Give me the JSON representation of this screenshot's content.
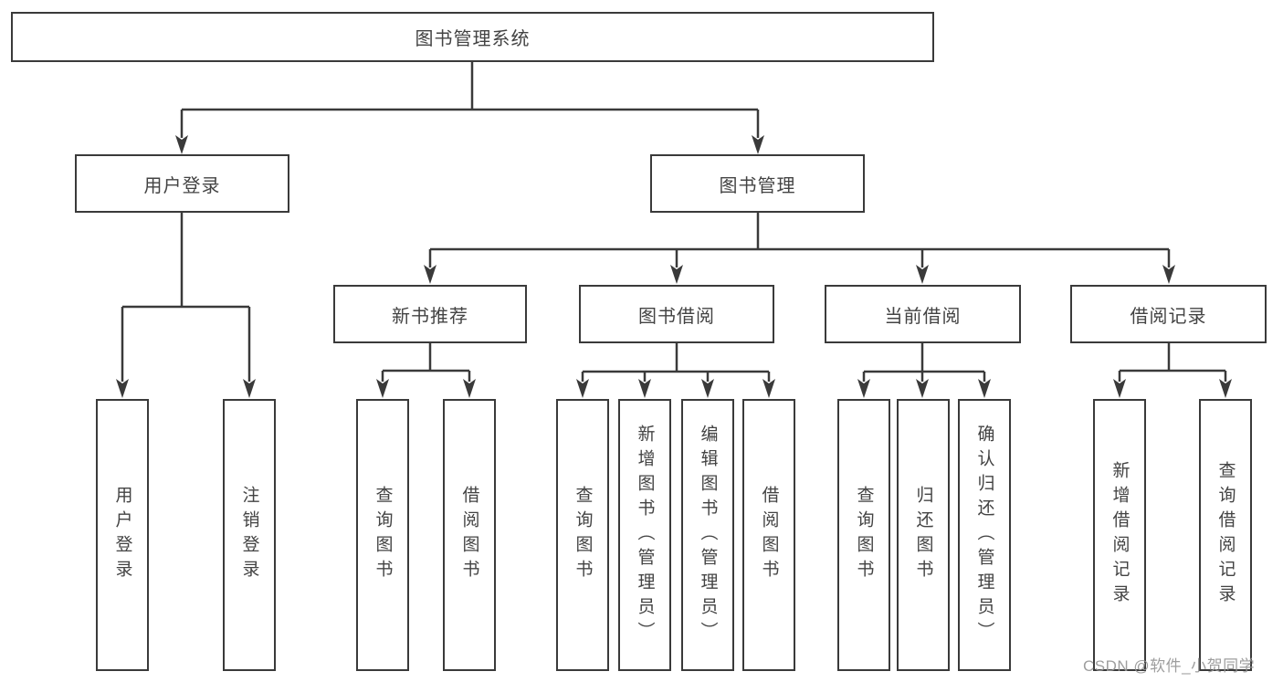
{
  "diagram": {
    "root": "图书管理系统",
    "branches": {
      "user_login": "用户登录",
      "book_management": "图书管理"
    },
    "modules": {
      "new_book_recommend": "新书推荐",
      "book_borrow": "图书借阅",
      "current_borrow": "当前借阅",
      "borrow_record": "借阅记录"
    },
    "functions": {
      "user_login": [
        "用户登录",
        "注销登录"
      ],
      "new_book_recommend": [
        "查询图书",
        "借阅图书"
      ],
      "book_borrow": [
        "查询图书",
        "新增图书（管理员）",
        "编辑图书（管理员）",
        "借阅图书"
      ],
      "current_borrow": [
        "查询图书",
        "归还图书",
        "确认归还（管理员）"
      ],
      "borrow_record": [
        "新增借阅记录",
        "查询借阅记录"
      ]
    }
  },
  "watermark": "CSDN @软件_小贺同学",
  "colors": {
    "line": "#3a3a3a",
    "text": "#434343",
    "watermark": "#969696",
    "background": "#ffffff",
    "box_fill": "#ffffff"
  }
}
